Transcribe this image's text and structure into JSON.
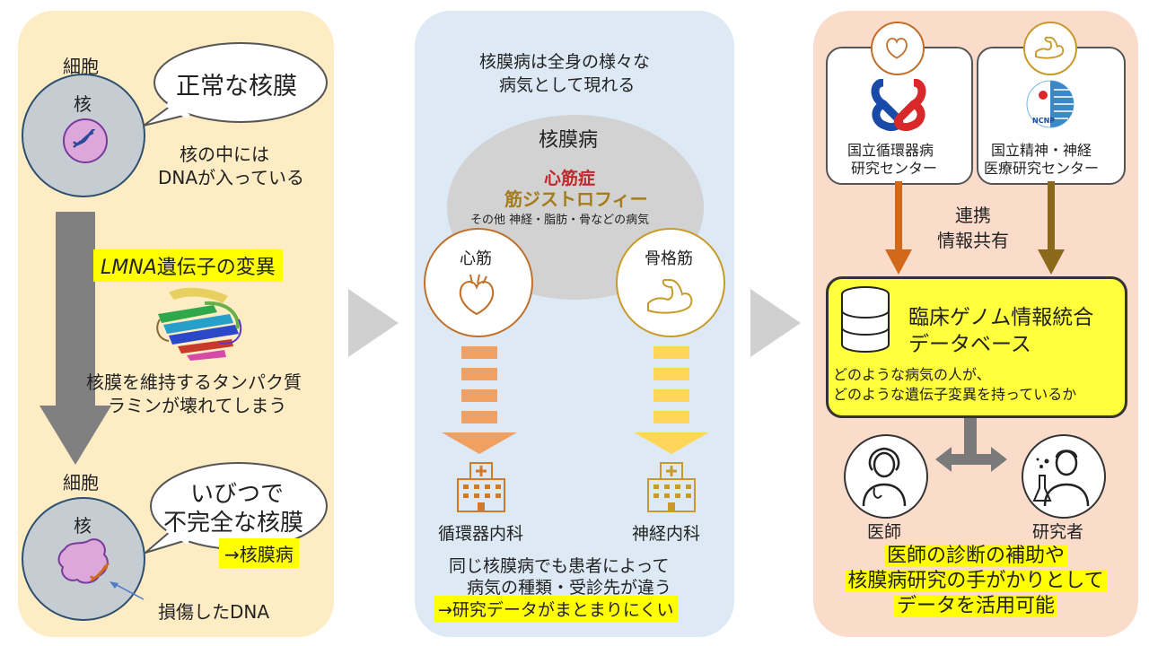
{
  "colors": {
    "panel1": "#fdecc4",
    "panel2": "#dde9f5",
    "panel3": "#fbdccb",
    "highlight": "#ffff00",
    "heart_red": "#c0272d",
    "muscle_gold": "#a57c1b",
    "orange": "#f0a060",
    "yellow": "#ffd65a",
    "db_box": "#ffff3c"
  },
  "panel1": {
    "cell_label_top": "細胞",
    "nucleus_label_top": "核",
    "bubble_normal": "正常な核膜",
    "dna_note_line1": "核の中には",
    "dna_note_line2": "DNAが入っている",
    "mutation_italic": "LMNA",
    "mutation_rest": "遺伝子の変異",
    "protein_line1": "核膜を維持するタンパク質",
    "protein_line2": "ラミンが壊れてしまう",
    "cell_label_bottom": "細胞",
    "nucleus_label_bottom": "核",
    "bubble_bad_line1": "いびつで",
    "bubble_bad_line2": "不完全な核膜",
    "disease_tag": "→核膜病",
    "damaged_dna": "損傷したDNA"
  },
  "panel2": {
    "intro_line1": "核膜病は全身の様々な",
    "intro_line2": "病気として現れる",
    "ellipse_title": "核膜病",
    "cardio": "心筋症",
    "dystrophy": "筋ジストロフィー",
    "others": "その他 神経・脂肪・骨などの病気",
    "heart_label": "心筋",
    "skeletal_label": "骨格筋",
    "dept_cardio": "循環器内科",
    "dept_neuro": "神経内科",
    "footer_line1": "同じ核膜病でも患者によって",
    "footer_line2": "病気の種類・受診先が違う",
    "footer_line3": "→研究データがまとまりにくい"
  },
  "panel3": {
    "ncvc_line1": "国立循環器病",
    "ncvc_line2": "研究センター",
    "ncnp_line1": "国立精神・神経",
    "ncnp_line2": "医療研究センター",
    "ncnp_logo_text": "NCNP",
    "link_line1": "連携",
    "link_line2": "情報共有",
    "db_title_line1": "臨床ゲノム情報統合",
    "db_title_line2": "データベース",
    "db_desc_line1": "どのような病気の人が、",
    "db_desc_line2": "どのような遺伝子変異を持っているか",
    "doctor": "医師",
    "researcher": "研究者",
    "result_line1": "医師の診断の補助や",
    "result_line2": "核膜病研究の手がかりとして",
    "result_line3": "データを活用可能"
  }
}
